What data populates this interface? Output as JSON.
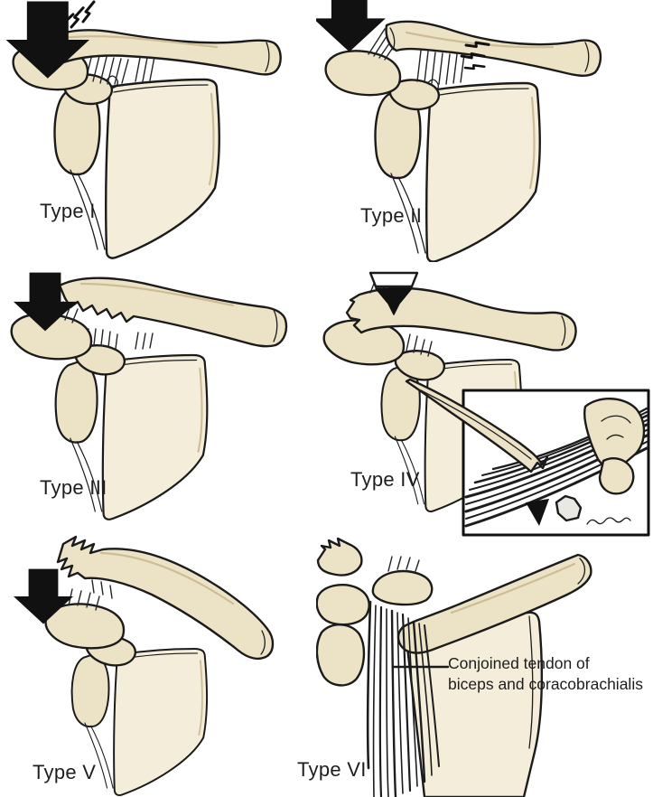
{
  "figure": {
    "background": "#ffffff",
    "outline_color": "#1b1b1b",
    "bone_color": "#ece3c6",
    "bone_shadow": "#cdbd96",
    "label_color": "#1e1e1e"
  },
  "icons": {
    "impact-arrow": "⬇",
    "posterior-force-arrow": "⬇",
    "pain-flash": "⚡",
    "displacement-arrow": "➤"
  },
  "panels": [
    {
      "id": "type-i",
      "label": "Type I"
    },
    {
      "id": "type-ii",
      "label": "Type II"
    },
    {
      "id": "type-iii",
      "label": "Type III"
    },
    {
      "id": "type-iv",
      "label": "Type IV"
    },
    {
      "id": "type-v",
      "label": "Type V"
    },
    {
      "id": "type-vi",
      "label": "Type VI"
    }
  ],
  "annotations": {
    "conjoined_tendon_line1": "Conjoined tendon of",
    "conjoined_tendon_line2": "biceps and coracobrachialis"
  }
}
